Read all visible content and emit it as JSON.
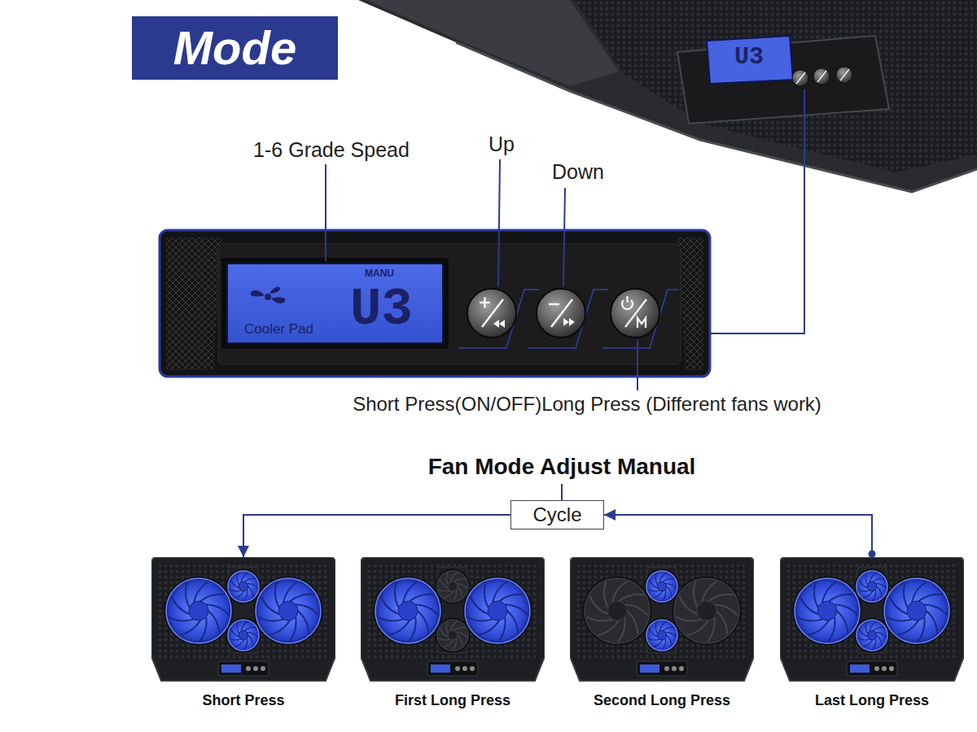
{
  "diagram": {
    "title": "Mode",
    "nodes": [
      {
        "text": [
          "MANU",
          "U3",
          "Cooler Pad"
        ]
      },
      {
        "text": [
          "Cycle"
        ]
      },
      {
        "text": [
          "Short Press"
        ]
      },
      {
        "text": [
          "First Long Press"
        ]
      },
      {
        "text": [
          "Second Long Press"
        ]
      },
      {
        "text": [
          "Last Long Press"
        ]
      }
    ],
    "edges": [
      {
        "from": 5,
        "to": 1,
        "arrow": "to"
      },
      {
        "from": 1,
        "to": 2,
        "arrow": "to"
      }
    ],
    "labels": [
      "1-6 Grade Spead",
      "Up",
      "Down",
      "Short Press(ON/OFF)Long Press (Different fans work)",
      "Fan Mode Adjust Manual",
      "U3"
    ]
  }
}
